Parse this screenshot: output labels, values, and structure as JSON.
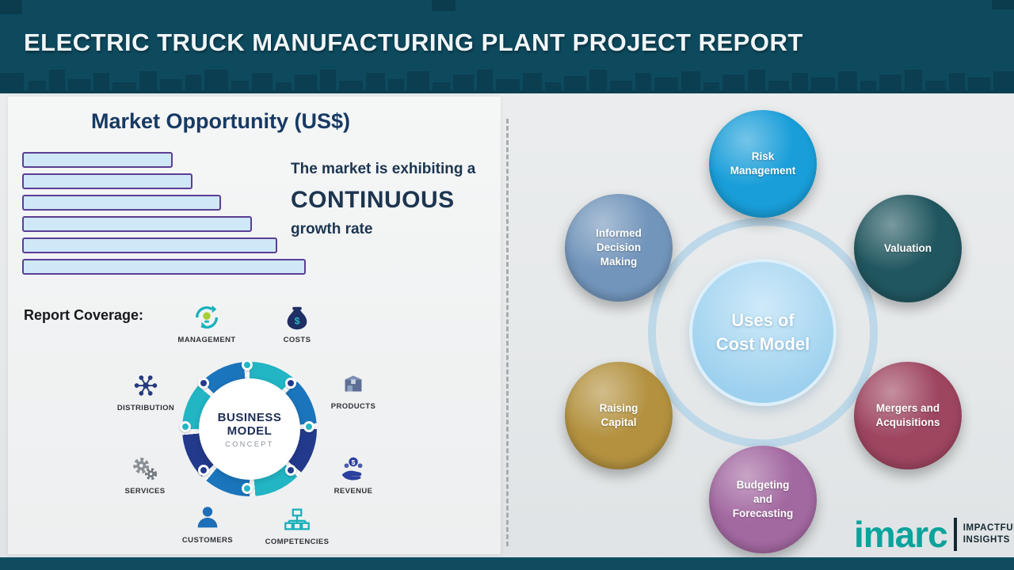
{
  "header": {
    "title": "ELECTRIC TRUCK MANUFACTURING PLANT PROJECT REPORT"
  },
  "left_panel": {
    "market_title": "Market Opportunity (US$)",
    "growth_text": {
      "line1": "The market is exhibiting a",
      "line2": "CONTINUOUS",
      "line3": "growth rate"
    },
    "report_coverage_label": "Report Coverage:",
    "business_model": {
      "center_lines": [
        "BUSINESS",
        "MODEL",
        "CONCEPT"
      ],
      "items": [
        {
          "label": "MANAGEMENT",
          "icon": "management-cycle-icon"
        },
        {
          "label": "COSTS",
          "icon": "money-bag-icon"
        },
        {
          "label": "DISTRIBUTION",
          "icon": "network-icon"
        },
        {
          "label": "PRODUCTS",
          "icon": "box-icon"
        },
        {
          "label": "SERVICES",
          "icon": "gears-icon"
        },
        {
          "label": "REVENUE",
          "icon": "hand-coin-icon"
        },
        {
          "label": "CUSTOMERS",
          "icon": "person-icon"
        },
        {
          "label": "COMPETENCIES",
          "icon": "org-chart-icon"
        }
      ]
    }
  },
  "chart_data": {
    "type": "bar",
    "orientation": "horizontal",
    "title": "Market Opportunity (US$)",
    "annotation": "The market is exhibiting a CONTINUOUS growth rate",
    "bar_count": 6,
    "relative_values": [
      53,
      60,
      70,
      81,
      90,
      100
    ],
    "axis_labels_visible": false,
    "bar_fill": "#cfe8f7",
    "bar_border": "#5b3e96"
  },
  "right_panel": {
    "center_lines": [
      "Uses of",
      "Cost Model"
    ],
    "nodes": [
      {
        "label": "Risk Management",
        "color": "#199ed9"
      },
      {
        "label": "Valuation",
        "color": "#20565f"
      },
      {
        "label": "Mergers and Acquisitions",
        "color": "#9e4560"
      },
      {
        "label": "Budgeting and Forecasting",
        "color": "#a268a0"
      },
      {
        "label": "Raising Capital",
        "color": "#b3913f"
      },
      {
        "label": "Informed Decision Making",
        "color": "#7295bb"
      }
    ]
  },
  "footer": {
    "brand": "imarc",
    "brand_color": "#0ba39c",
    "tagline_lines": [
      "IMPACTFUL",
      "INSIGHTS"
    ]
  }
}
